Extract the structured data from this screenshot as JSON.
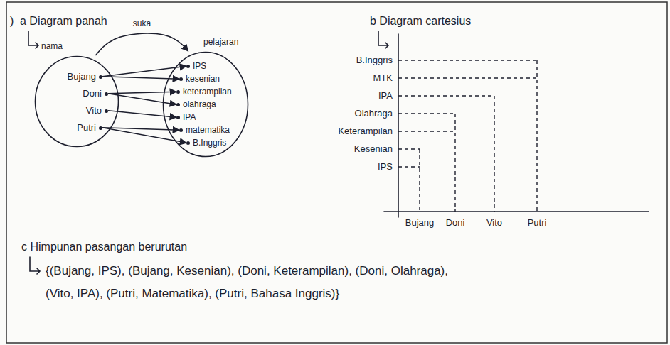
{
  "diagram": {
    "nodes": [
      {
        "text": [
          "nama"
        ]
      },
      {
        "text": [
          "Bujang"
        ],
        "in": 0
      },
      {
        "text": [
          "Doni"
        ],
        "in": 0
      },
      {
        "text": [
          "Vito"
        ],
        "in": 0
      },
      {
        "text": [
          "Putri"
        ],
        "in": 0
      },
      {
        "text": [
          "pelajaran"
        ]
      },
      {
        "text": [
          "IPS"
        ],
        "in": 5
      },
      {
        "text": [
          "kesenian"
        ],
        "in": 5
      },
      {
        "text": [
          "keterampilan"
        ],
        "in": 5
      },
      {
        "text": [
          "olahraga"
        ],
        "in": 5
      },
      {
        "text": [
          "IPA"
        ],
        "in": 5
      },
      {
        "text": [
          "matematika"
        ],
        "in": 5
      },
      {
        "text": [
          "B.Inggris"
        ],
        "in": 5
      }
    ],
    "edges": [
      {
        "from": 0,
        "to": 5,
        "label": "suka",
        "arrow": "to"
      },
      {
        "from": 1,
        "to": 6,
        "arrow": "to"
      },
      {
        "from": 1,
        "to": 7,
        "arrow": "to"
      },
      {
        "from": 2,
        "to": 8,
        "arrow": "to"
      },
      {
        "from": 2,
        "to": 9,
        "arrow": "to"
      },
      {
        "from": 3,
        "to": 10,
        "arrow": "to"
      },
      {
        "from": 4,
        "to": 11,
        "arrow": "to"
      },
      {
        "from": 4,
        "to": 12,
        "arrow": "to"
      }
    ],
    "labels": [
      ")",
      "a Diagram panah",
      "b Diagram cartesius",
      "B.Inggris",
      "MTK",
      "IPA",
      "Olahraga",
      "Keterampilan",
      "Kesenian",
      "IPS",
      "Bujang",
      "Doni",
      "Vito",
      "Putri",
      "c Himpunan pasangan berurutan",
      "{(Bujang, IPS), (Bujang, Kesenian), (Doni, Keterampilan), (Doni, Olahraga),",
      "(Vito, IPA), (Putri, Matematika), (Putri, Bahasa Inggris)}"
    ]
  }
}
